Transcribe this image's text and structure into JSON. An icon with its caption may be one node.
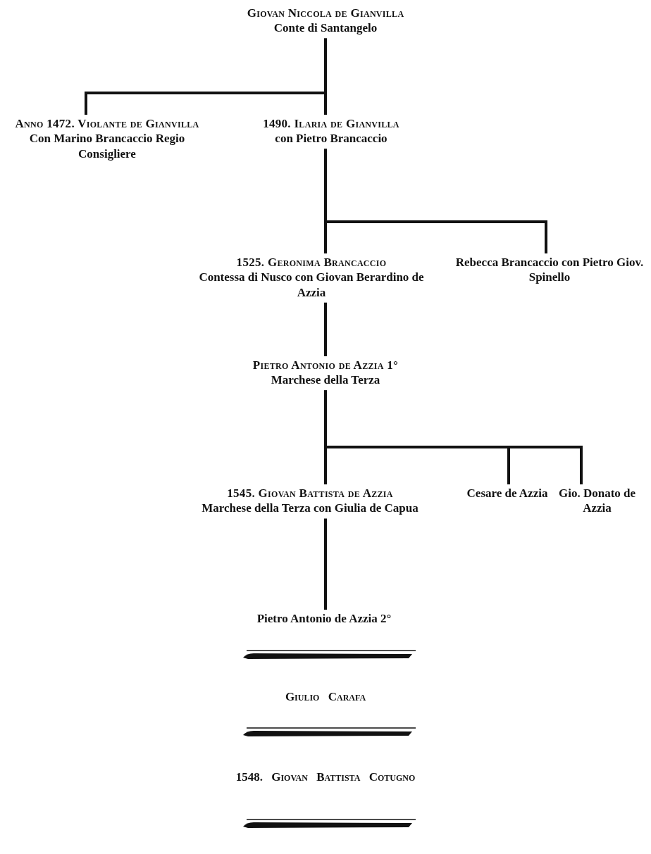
{
  "diagram": {
    "nodes": [
      {
        "text": [
          "Giovan Niccola de Gianvilla",
          "Conte di Santangelo"
        ]
      },
      {
        "text": [
          "Anno 1472. Violante de Gianvilla",
          "Con Marino Brancaccio Regio Consigliere"
        ]
      },
      {
        "text": [
          "1490. Ilaria de Gianvilla",
          "con Pietro Brancaccio"
        ]
      },
      {
        "text": [
          "1525. Geronima Brancaccio",
          "Contessa di Nusco con Giovan Berardino de Azzia"
        ]
      },
      {
        "text": [
          "Rebecca Brancaccio con Pietro Giov. Spinello"
        ]
      },
      {
        "text": [
          "Pietro Antonio de Azzia 1°",
          "Marchese della Terza"
        ]
      },
      {
        "text": [
          "1545. Giovan Battista de Azzia",
          "Marchese della Terza con Giulia de Capua"
        ]
      },
      {
        "text": [
          "Cesare de Azzia"
        ]
      },
      {
        "text": [
          "Gio. Donato de Azzia"
        ]
      },
      {
        "text": [
          "Pietro Antonio de Azzia 2°"
        ]
      }
    ],
    "edges": [
      {
        "from": 0,
        "to": 1,
        "arrow": "none"
      },
      {
        "from": 0,
        "to": 2,
        "arrow": "none"
      },
      {
        "from": 2,
        "to": 3,
        "arrow": "none"
      },
      {
        "from": 2,
        "to": 4,
        "arrow": "none"
      },
      {
        "from": 3,
        "to": 5,
        "arrow": "none"
      },
      {
        "from": 5,
        "to": 6,
        "arrow": "none"
      },
      {
        "from": 5,
        "to": 7,
        "arrow": "none"
      },
      {
        "from": 5,
        "to": 8,
        "arrow": "none"
      },
      {
        "from": 6,
        "to": 9,
        "arrow": "none"
      }
    ],
    "labels": [
      "Giulio Carafa",
      "1548. Giovan Battista Cotugno"
    ]
  }
}
